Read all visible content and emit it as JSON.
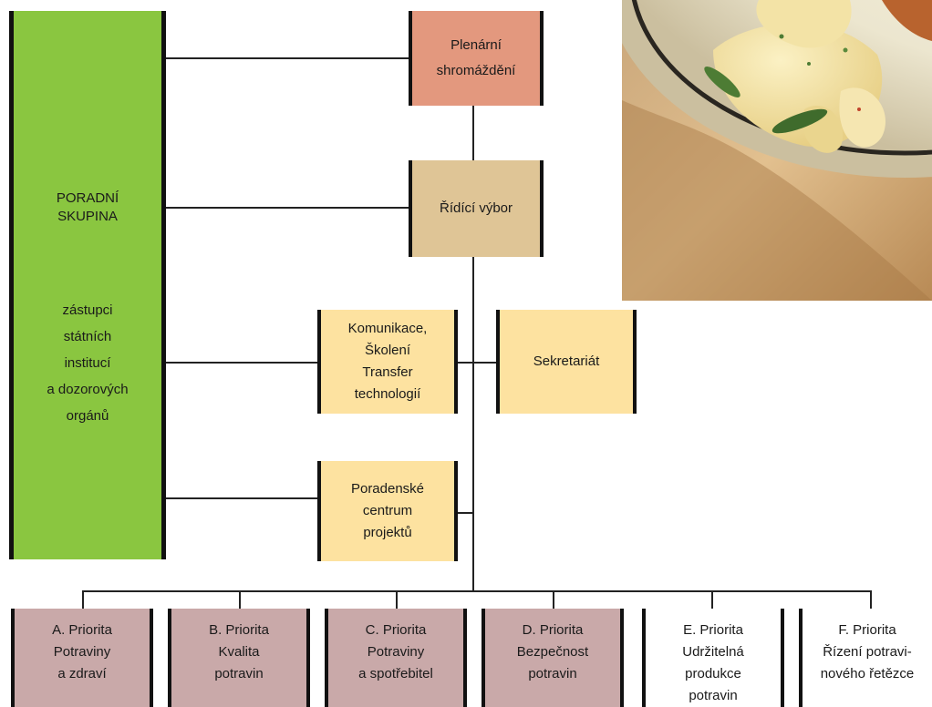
{
  "advisory": {
    "title_line1": "PORADNÍ",
    "title_line2": "SKUPINA",
    "desc": [
      "zástupci",
      "státních",
      "institucí",
      "a dozorových",
      "orgánů"
    ]
  },
  "plenary": [
    "Plenární",
    "shromáždění"
  ],
  "steering": "Řídící výbor",
  "communication": [
    "Komunikace,",
    "Školení",
    "Transfer",
    "technologií"
  ],
  "secretariat": "Sekretariát",
  "consulting": [
    "Poradenské",
    "centrum",
    "projektů"
  ],
  "priorities": [
    {
      "lines": [
        "A. Priorita",
        "Potraviny",
        "a zdraví"
      ]
    },
    {
      "lines": [
        "B. Priorita",
        "Kvalita",
        "potravin"
      ]
    },
    {
      "lines": [
        "C. Priorita",
        "Potraviny",
        "a spotřebitel"
      ]
    },
    {
      "lines": [
        "D. Priorita",
        "Bezpečnost",
        "potravin"
      ]
    },
    {
      "lines": [
        "E. Priorita",
        "Udržitelná",
        "produkce",
        "potravin"
      ]
    },
    {
      "lines": [
        "F. Priorita",
        "Řízení potravi-",
        "nového řetězce"
      ]
    }
  ],
  "colors": {
    "advisory": "#8ac640",
    "plenary": "#e3987e",
    "steering": "#dfc596",
    "support": "#fde2a0",
    "priority": "#c9a9a9",
    "priority_plain": "#ffffff"
  }
}
